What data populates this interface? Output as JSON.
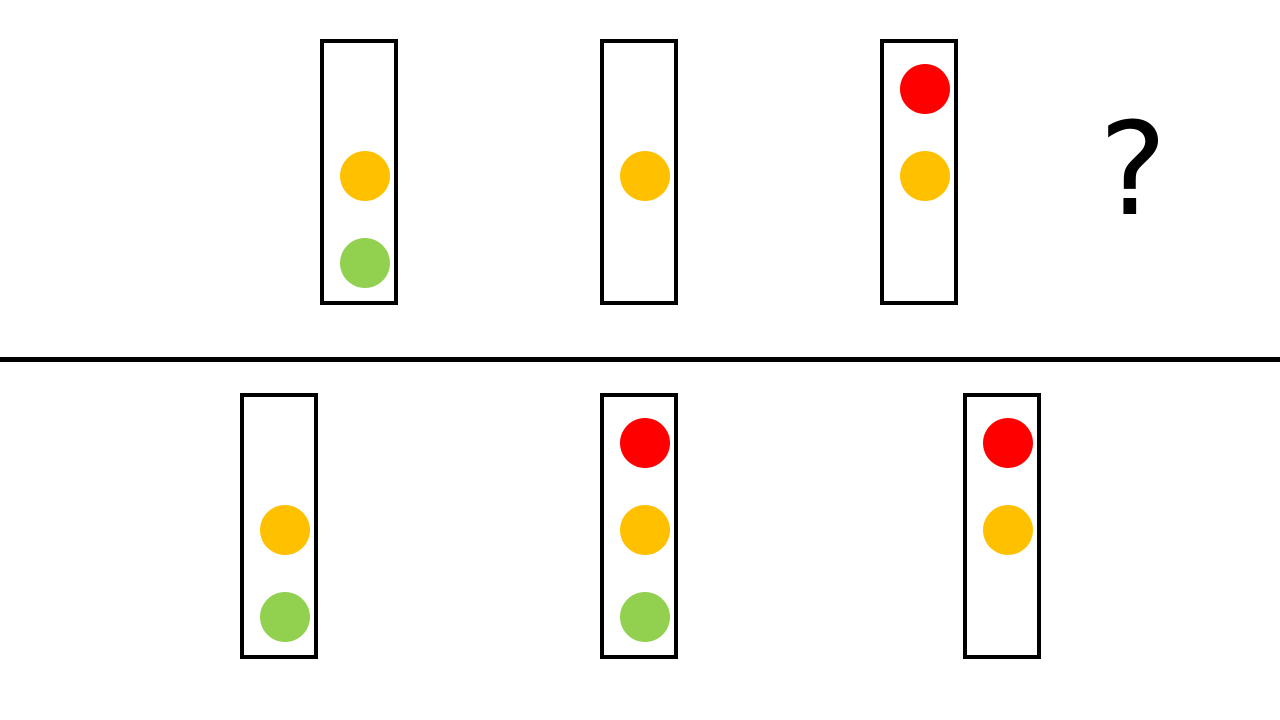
{
  "colors": {
    "red": "#ff0000",
    "yellow": "#ffc000",
    "green": "#92d050",
    "frame": "#000000",
    "background": "#ffffff"
  },
  "question_row": {
    "lights": [
      {
        "top": "off",
        "middle": "yellow",
        "bottom": "green"
      },
      {
        "top": "off",
        "middle": "yellow",
        "bottom": "off"
      },
      {
        "top": "red",
        "middle": "yellow",
        "bottom": "off"
      }
    ],
    "missing_symbol": "?"
  },
  "answer_row": {
    "lights": [
      {
        "top": "off",
        "middle": "yellow",
        "bottom": "green"
      },
      {
        "top": "red",
        "middle": "yellow",
        "bottom": "green"
      },
      {
        "top": "red",
        "middle": "yellow",
        "bottom": "off"
      }
    ]
  }
}
